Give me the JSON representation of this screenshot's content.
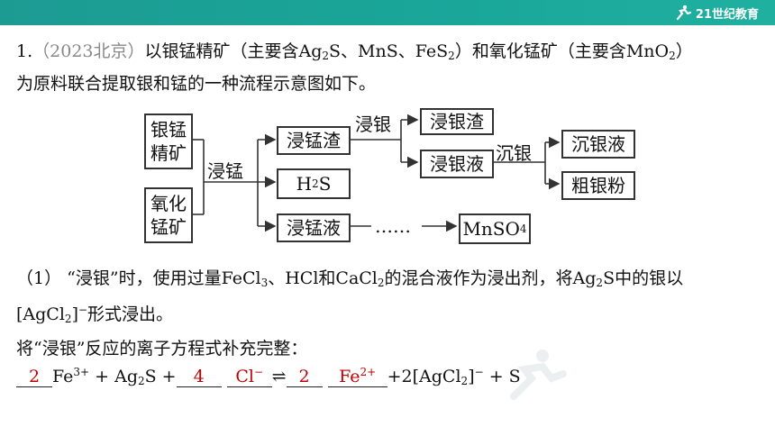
{
  "header": {
    "brand": "21世纪教育"
  },
  "question": {
    "number": "1.",
    "source": "（2023北京）",
    "stem_line1_part1": "以银锰精矿（主要含Ag",
    "stem_line1_part2": "S、MnS、FeS",
    "stem_line1_part3": "）和氧化锰矿（主要含MnO",
    "stem_line1_part4": "）",
    "stem_line2": "为原料联合提取银和锰的一种流程示意图如下。"
  },
  "diagram": {
    "raw1": "银锰\n精矿",
    "raw2": "氧化\n锰矿",
    "step_leach_mn": "浸锰",
    "residue_mn": "浸锰渣",
    "h2s": "H",
    "h2s_sub": "2",
    "h2s_tail": "S",
    "liquor_mn": "浸锰液",
    "step_leach_ag": "浸银",
    "residue_ag": "浸银渣",
    "liquor_ag": "浸银液",
    "step_precip": "沉银",
    "mother_liquor": "沉银液",
    "crude_silver": "粗银粉",
    "dots": "……",
    "product": "MnSO",
    "product_sub": "4"
  },
  "part1": {
    "label": "（1）",
    "text_a": "“浸银”时，使用过量FeCl",
    "text_b": "、HCl和CaCl",
    "text_c": "的混合液作为浸出剂，将Ag",
    "text_d": "S中的银以",
    "text_e": "[AgCl",
    "text_f": "]",
    "text_g": "形式浸出。",
    "instruction": "将“浸银”反应的离子方程式补充完整："
  },
  "equation": {
    "blank1": "2",
    "fe3": "Fe",
    "fe3_sup": "3+",
    "plus1": " + Ag",
    "ag2s_tail": "S +",
    "blank2": "4",
    "blank3": "Cl",
    "blank3_sup": "−",
    "eq": "⇌",
    "blank4": "2",
    "blank5": "Fe",
    "blank5_sup": "2+",
    "tail_a": "+2[AgCl",
    "tail_b": "]",
    "tail_c": " + S"
  }
}
